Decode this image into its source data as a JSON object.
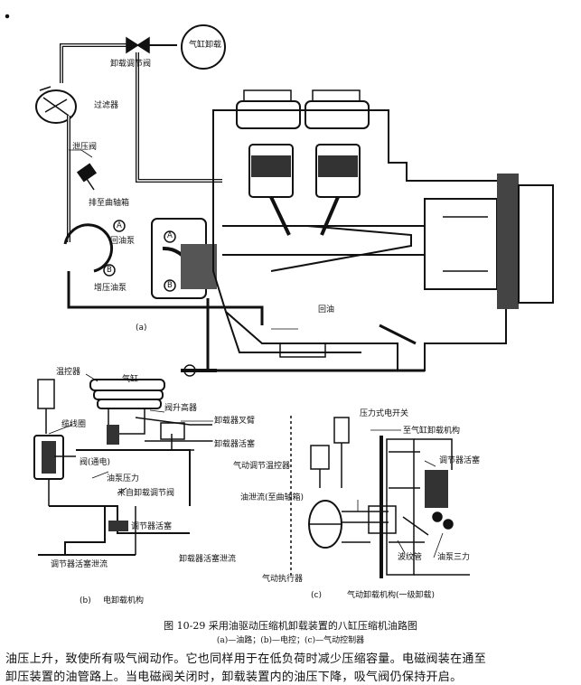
{
  "panel_a": {
    "labels": {
      "cylinder_unload": "气缸卸载",
      "unload_valve": "卸载调节阀",
      "filter": "过滤器",
      "relief_valve": "泄压阀",
      "to_crankcase": "排至曲轴箱",
      "circ_a": "A",
      "circ_a2": "A",
      "return_pump": "回油泵",
      "circ_b": "B",
      "circ_b2": "B",
      "boost_pump": "增压油泵",
      "return_oil": "回油"
    },
    "tag": "(a)"
  },
  "panel_b": {
    "labels": {
      "thermostat": "温控器",
      "cylinder": "气缸",
      "lift_fork": "阀升高器",
      "unloader_fork": "卸载器叉臂",
      "unloader_piston": "卸载器活塞",
      "coil": "缆线圈",
      "valve_energized": "阀(通电)",
      "oil_pressure": "油泵压力",
      "from_regulator": "来自卸载调节阀",
      "regulator_piston": "调节器活塞",
      "regulator_drain": "调节器活塞泄流",
      "unloader_drain": "卸载器活塞泄流"
    },
    "tag": "(b)",
    "caption": "电卸载机构"
  },
  "panel_c": {
    "labels": {
      "pressure_switch": "压力式电开关",
      "to_cylinder": "至气缸卸载机构",
      "pneumatic_thermo": "气动调节温控器",
      "regulator_piston": "调节器活塞",
      "oil_drain": "油泄流(至曲轴箱)",
      "pneumatic_actuator": "气动执行器",
      "bellows": "波纹管",
      "oil_pump_force": "油泵三力"
    },
    "tag": "(c)",
    "caption": "气动卸载机构(一级卸载)"
  },
  "figure": {
    "title": "图 10-29   采用油驱动压缩机卸载装置的八缸压缩机油路图",
    "subtitle": "(a)—油路；(b)—电控；(c)—气动控制器"
  },
  "body_text": {
    "line1": "油压上升，致使所有吸气阀动作。它也同样用于在低负荷时减少压缩容量。电磁阀装在通至",
    "line2": "卸压装置的油管路上。当电磁阀关闭时，卸载装置内的油压下降，吸气阀仍保持开启。"
  }
}
